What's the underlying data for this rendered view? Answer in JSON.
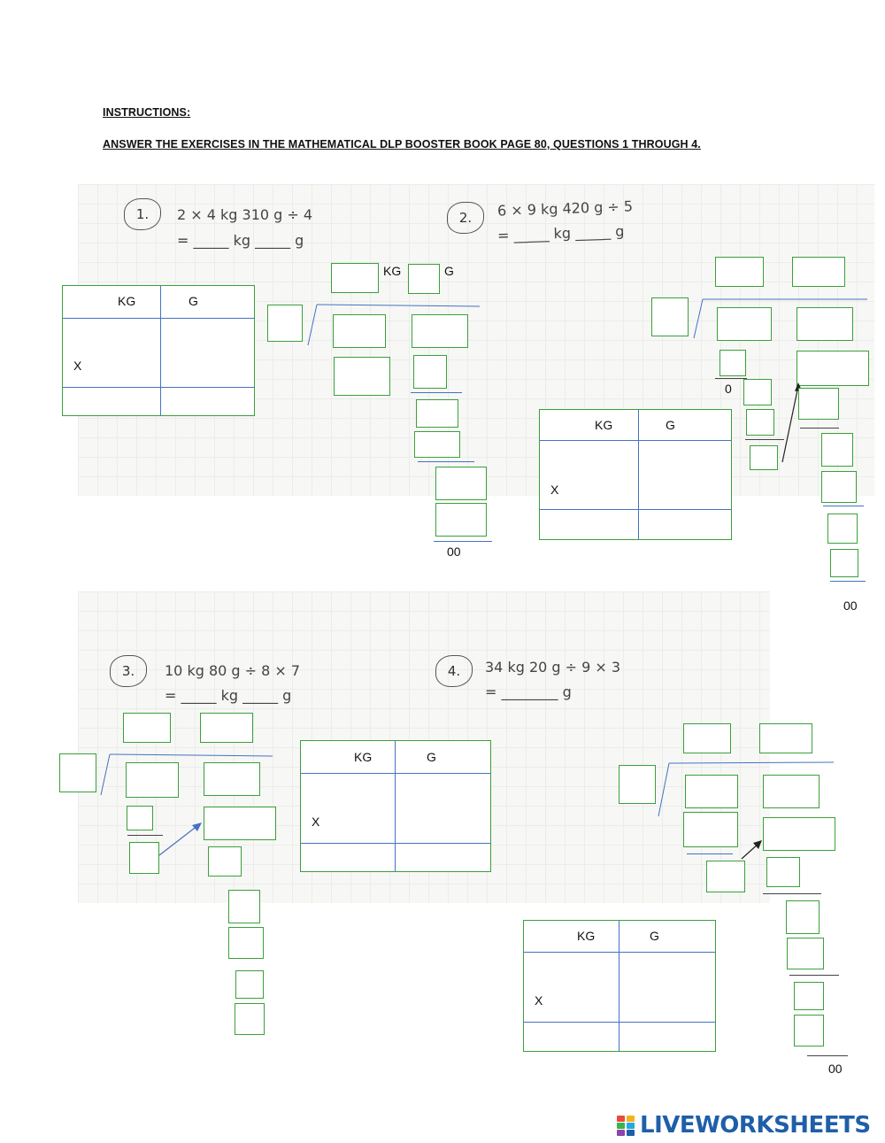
{
  "instructions": {
    "title": "INSTRUCTIONS:",
    "text": "ANSWER THE EXERCISES IN THE MATHEMATICAL DLP BOOSTER BOOK PAGE 80, QUESTIONS 1 THROUGH 4."
  },
  "questions": [
    {
      "number": "1.",
      "expr": "2 × 4 kg 310 g ÷ 4",
      "answer": "= _____ kg _____ g"
    },
    {
      "number": "2.",
      "expr": "6 × 9 kg 420 g ÷ 5",
      "answer": "= _____ kg _____ g"
    },
    {
      "number": "3.",
      "expr": "10 kg 80 g ÷ 8 × 7",
      "answer": "= _____ kg _____ g"
    },
    {
      "number": "4.",
      "expr": "34 kg 20 g ÷ 9 × 3",
      "answer": "= ________ g"
    }
  ],
  "labels": {
    "kg": "KG",
    "g": "G",
    "x": "X",
    "zero": "0",
    "double_zero": "00"
  },
  "brand": "LIVEWORKSHEETS"
}
